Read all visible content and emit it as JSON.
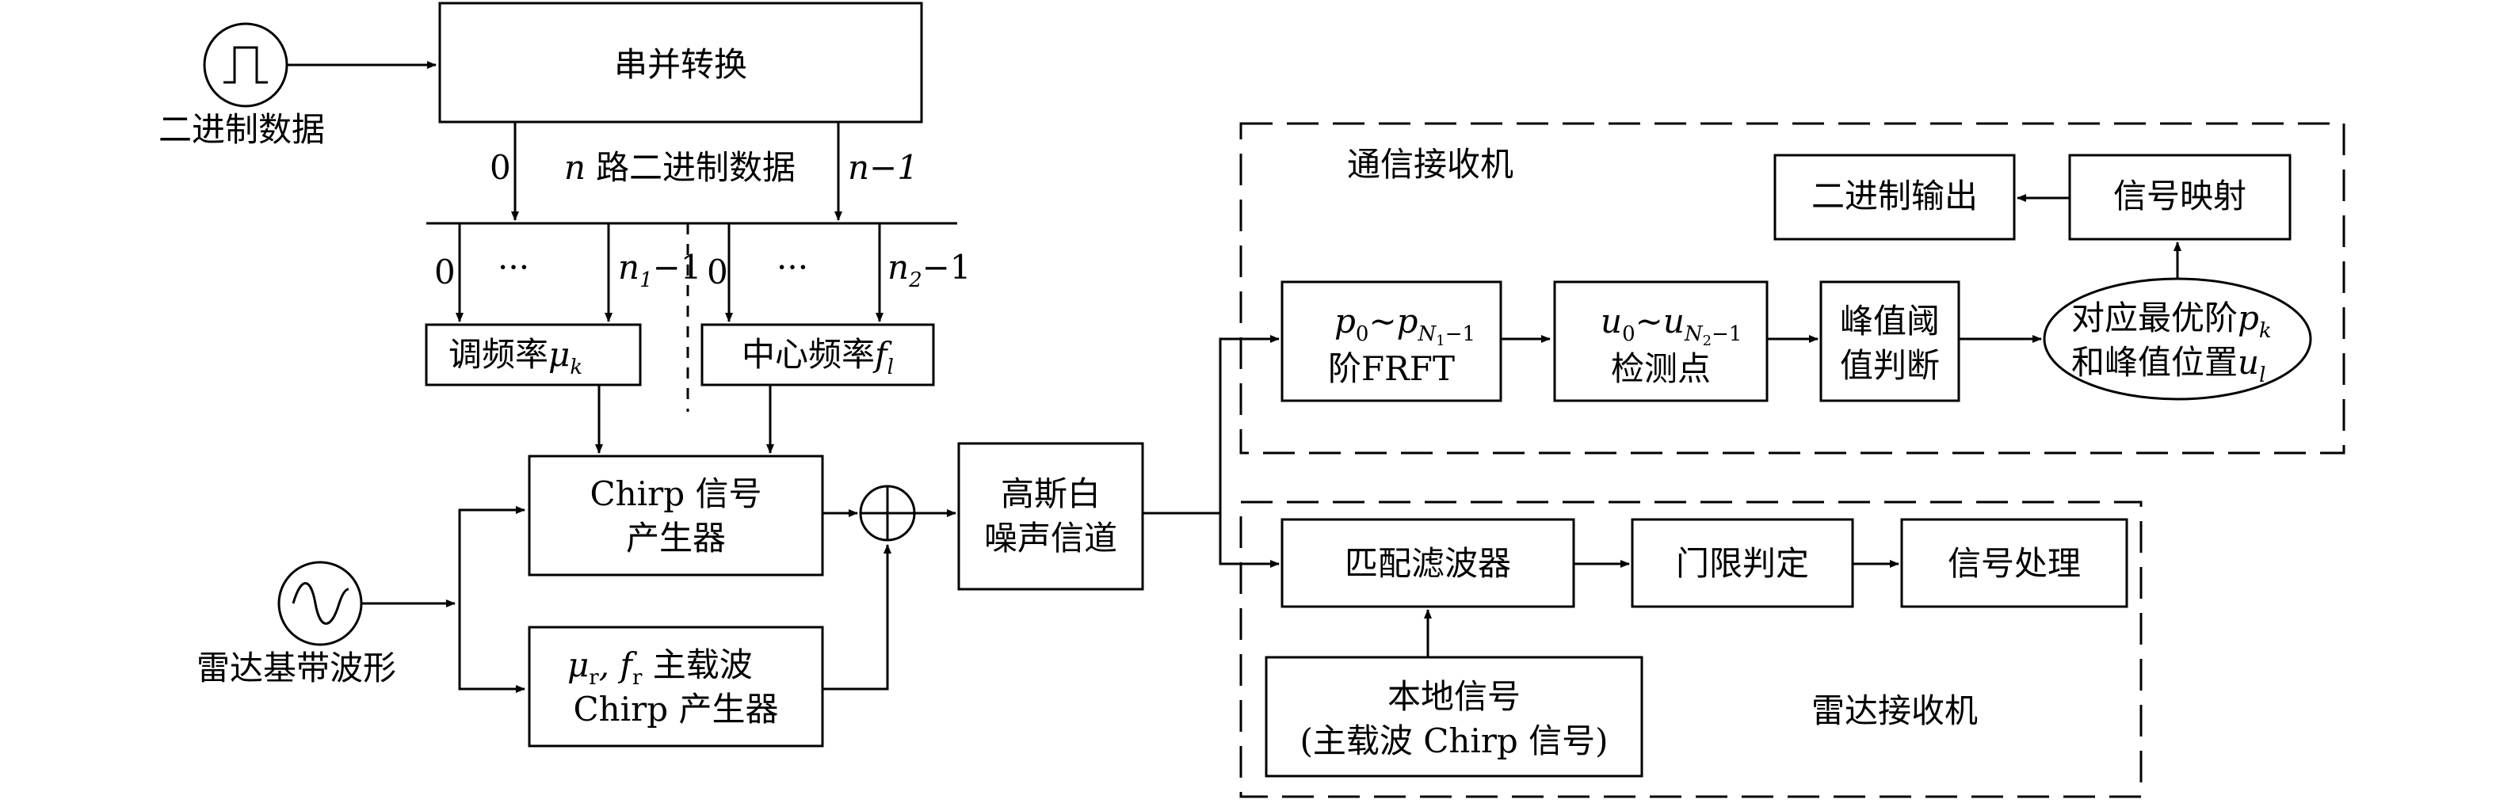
{
  "inputs": {
    "binary_label": "二进制数据",
    "radar_label": "雷达基带波形"
  },
  "serial_parallel": "串并转换",
  "bus": {
    "label": "路二进制数据",
    "n_var": "n",
    "zero": "0",
    "n_minus_one": "n−1",
    "dots": "···",
    "left_zero": "0",
    "left_end": "n",
    "left_end_sub": "1",
    "left_end_suffix": "−1",
    "right_zero": "0",
    "right_end": "n",
    "right_end_sub": "2",
    "right_end_suffix": "−1"
  },
  "blocks": {
    "chirp_rate": {
      "text": "调频率",
      "sym": "μ",
      "sub": "k"
    },
    "center_freq": {
      "text": "中心频率",
      "sym": "f",
      "sub": "l"
    },
    "chirp_gen": {
      "line1": "Chirp 信号",
      "line2": "产生器"
    },
    "main_carrier": {
      "line1_a": "μ",
      "line1_a_sub": "r",
      "line1_b": ", f",
      "line1_b_sub": "r",
      "line1_c": " 主载波",
      "line2": "Chirp 产生器"
    },
    "channel": {
      "line1": "高斯白",
      "line2": "噪声信道"
    },
    "frft": {
      "p0": "p",
      "p0_sub": "0",
      "tilde": "~",
      "pn": "p",
      "pn_sub": "N",
      "pn_subsub": "1",
      "pn_suffix": "−1",
      "line2": "阶FRFT"
    },
    "detect": {
      "u0": "u",
      "u0_sub": "0",
      "tilde": "~",
      "un": "u",
      "un_sub": "N",
      "un_subsub": "2",
      "un_suffix": "−1",
      "line2": "检测点"
    },
    "threshold": {
      "line1": "峰值阈",
      "line2": "值判断"
    },
    "ellipse": {
      "line1": "对应最优阶",
      "sym1": "p",
      "sym1_sub": "k",
      "line2": "和峰值位置",
      "sym2": "u",
      "sym2_sub": "l"
    },
    "mapping": "信号映射",
    "binary_out": "二进制输出",
    "matched": "匹配滤波器",
    "gate": "门限判定",
    "sigproc": "信号处理",
    "local": {
      "line1": "本地信号",
      "line2": "(主载波 Chirp 信号)"
    }
  },
  "groups": {
    "comm_receiver": "通信接收机",
    "radar_receiver": "雷达接收机"
  }
}
